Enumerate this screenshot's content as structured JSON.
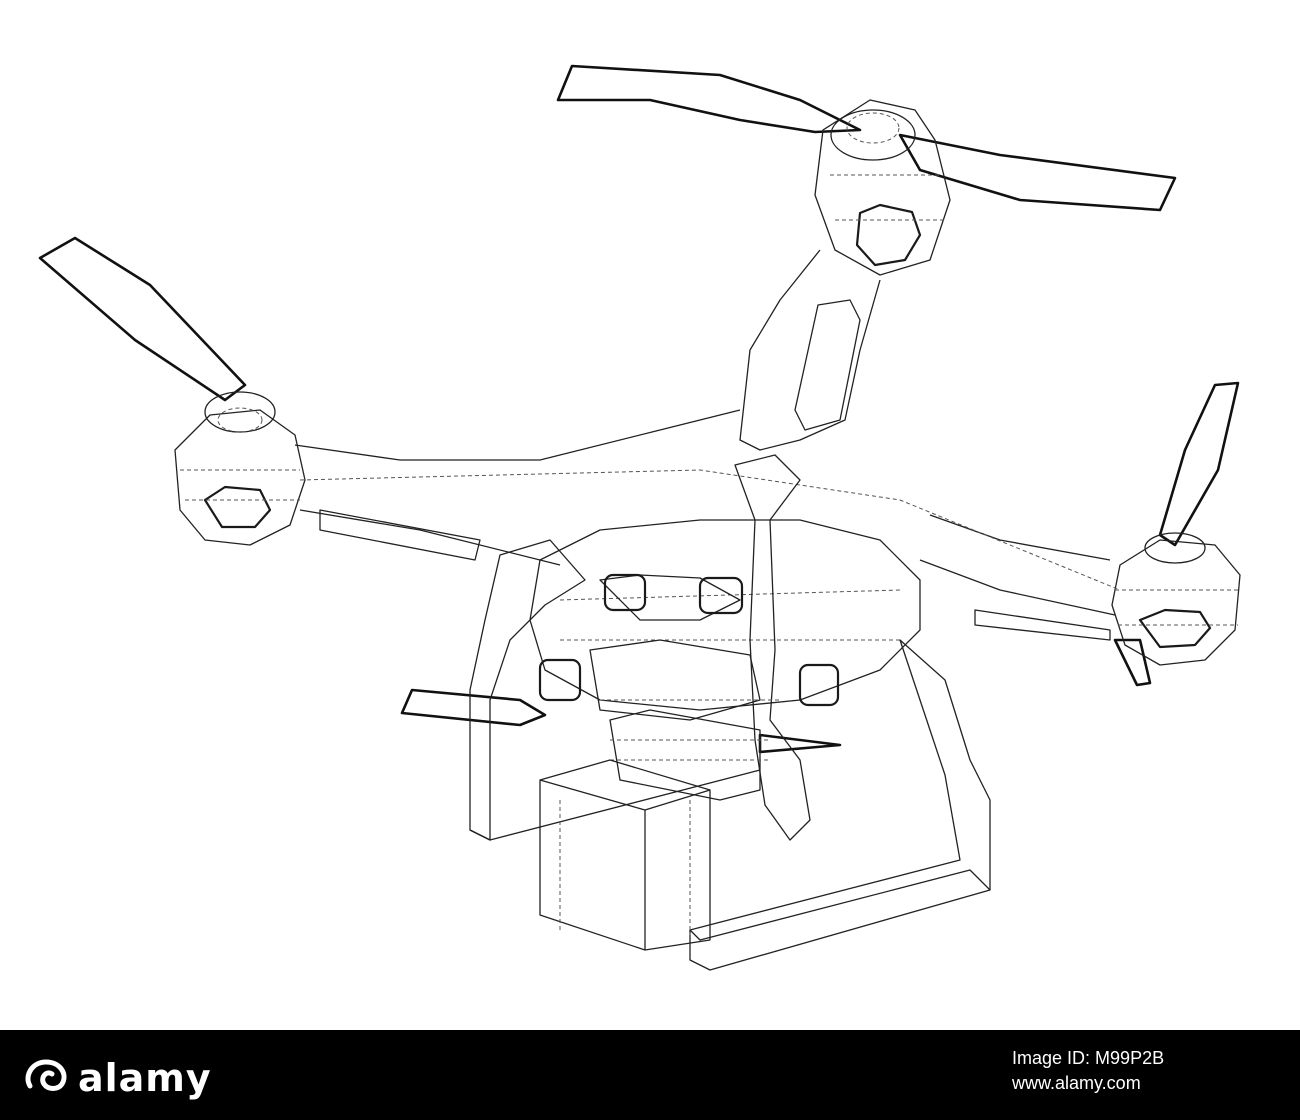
{
  "brand": {
    "name": "alamy",
    "logo_icon": "alamy-swirl-icon"
  },
  "footer": {
    "image_id_label": "Image ID:",
    "image_id": "M99P2B",
    "url": "www.alamy.com"
  },
  "colors": {
    "footer_background": "#000000",
    "footer_text": "#ffffff",
    "line_art": "#1a1a1a",
    "background": "#ffffff"
  }
}
